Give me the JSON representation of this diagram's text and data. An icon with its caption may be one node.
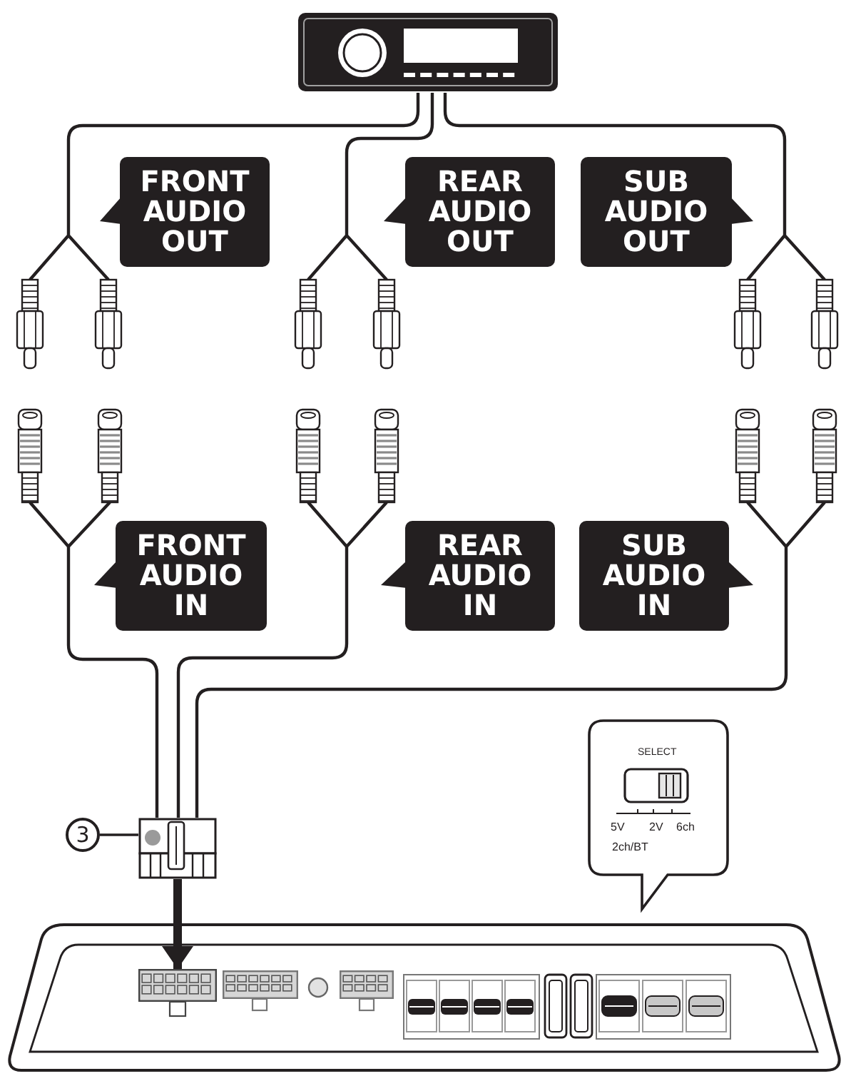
{
  "diagram": {
    "nodes": [
      {
        "text": [],
        "shape": "picture"
      },
      {
        "text": [
          "FRONT AUDIO OUT"
        ]
      },
      {
        "text": [
          "REAR AUDIO OUT"
        ]
      },
      {
        "text": [
          "SUB AUDIO OUT"
        ]
      },
      {
        "text": [
          "FRONT AUDIO IN"
        ]
      },
      {
        "text": [
          "REAR AUDIO IN"
        ]
      },
      {
        "text": [
          "SUB AUDIO IN"
        ]
      },
      {
        "text": [
          "SELECT",
          "5V",
          "2V",
          "6ch",
          "2ch/BT"
        ]
      },
      {
        "text": [
          "3"
        ]
      },
      {
        "text": [],
        "shape": "picture"
      },
      {
        "text": [],
        "shape": "picture"
      },
      {
        "text": [],
        "shape": "box",
        "in": 10
      },
      {
        "text": [],
        "shape": "box",
        "in": 10
      },
      {
        "text": [],
        "shape": "box",
        "in": 10
      }
    ],
    "edges": [
      {
        "from": 8,
        "to": 9,
        "arrow": "none"
      },
      {
        "from": 9,
        "to": 11,
        "arrow": "to",
        "style": "thick"
      }
    ]
  }
}
